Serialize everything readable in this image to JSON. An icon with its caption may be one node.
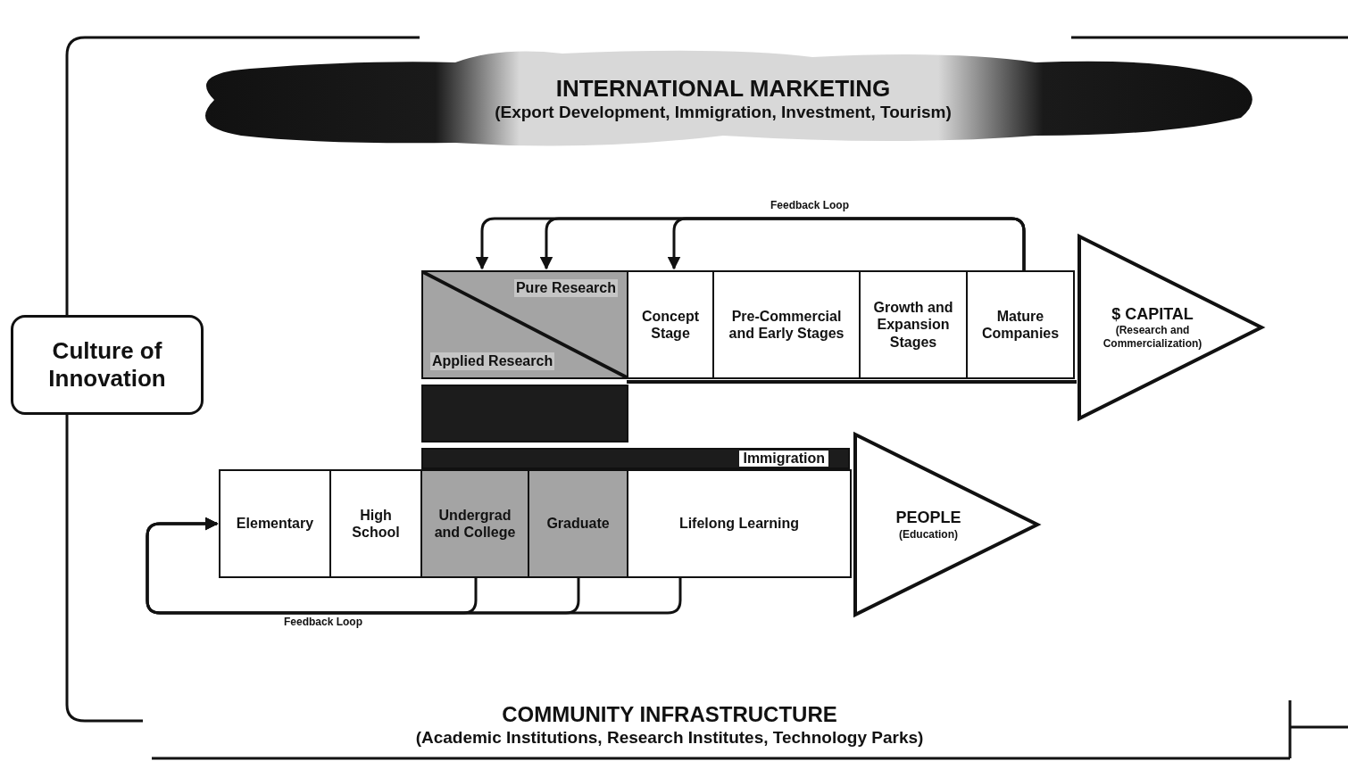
{
  "diagram": {
    "nodes": [
      {
        "text": [
          "INTERNATIONAL MARKETING",
          "(Export Development, Immigration, Investment, Tourism)"
        ]
      },
      {
        "text": [
          "Culture of Innovation"
        ]
      },
      {
        "text": [
          "Pure Research",
          "Applied Research"
        ]
      },
      {
        "text": [
          "Concept Stage"
        ]
      },
      {
        "text": [
          "Pre-Commercial and Early Stages"
        ]
      },
      {
        "text": [
          "Growth and Expansion Stages"
        ]
      },
      {
        "text": [
          "Mature Companies"
        ]
      },
      {
        "text": [
          "$ CAPITAL",
          "(Research and Commercialization)"
        ]
      },
      {
        "text": [],
        "shape": "bar"
      },
      {
        "text": [
          "Immigration"
        ]
      },
      {
        "text": [
          "Elementary"
        ]
      },
      {
        "text": [
          "High School"
        ]
      },
      {
        "text": [
          "Undergrad and College"
        ]
      },
      {
        "text": [
          "Graduate"
        ]
      },
      {
        "text": [
          "Lifelong Learning"
        ]
      },
      {
        "text": [
          "PEOPLE",
          "(Education)"
        ]
      },
      {
        "text": [
          "COMMUNITY INFRASTRUCTURE",
          "(Academic Institutions, Research Institutes, Technology Parks)"
        ]
      }
    ],
    "edges": [
      {
        "from": 6,
        "to": 2,
        "arrow": "to",
        "label": "Feedback Loop"
      },
      {
        "from": 6,
        "to": 2,
        "arrow": "to"
      },
      {
        "from": 6,
        "to": 3,
        "arrow": "to"
      },
      {
        "from": 12,
        "to": 10,
        "arrow": "to",
        "label": "Feedback Loop"
      },
      {
        "from": 13,
        "to": 10,
        "arrow": "to"
      },
      {
        "from": 14,
        "to": 10,
        "arrow": "to"
      }
    ]
  }
}
